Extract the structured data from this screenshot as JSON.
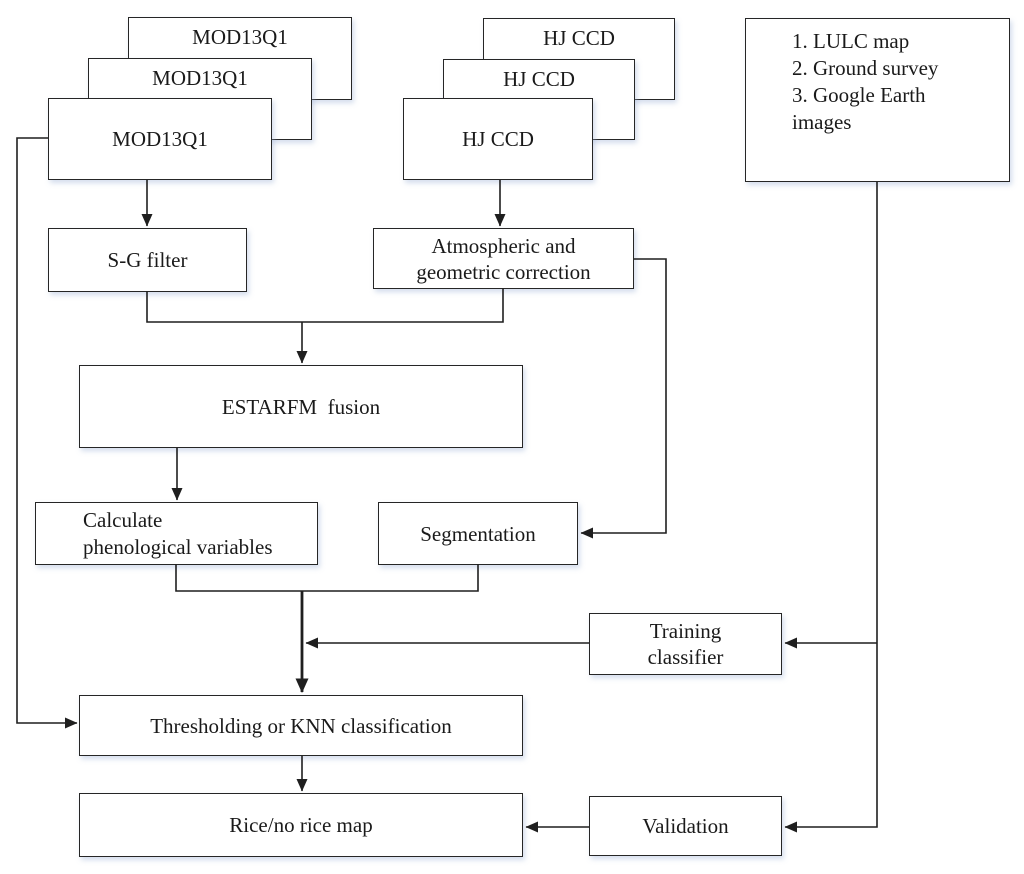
{
  "figure": {
    "type": "flowchart",
    "background_color": "#ffffff",
    "line_color": "#1f1f1f",
    "box_border_color": "#262626"
  },
  "nodes": {
    "mod13q1": {
      "label": "MOD13Q1",
      "stack_count": 3
    },
    "hj_ccd": {
      "label": "HJ CCD",
      "stack_count": 3
    },
    "reference_data": {
      "items": [
        "1. LULC map",
        "2. Ground survey",
        "3. Google Earth images"
      ]
    },
    "sg_filter": {
      "label": "S-G filter"
    },
    "atmospheric_correction": {
      "line1": "Atmospheric and",
      "line2": "geometric correction"
    },
    "estarfm_fusion": {
      "label": "ESTARFM  fusion"
    },
    "calculate_phenological_variables": {
      "line1": "Calculate",
      "line2": "phenological variables"
    },
    "segmentation": {
      "label": "Segmentation"
    },
    "training_classifier": {
      "line1": "Training",
      "line2": "classifier"
    },
    "thresholding_knn": {
      "label": "Thresholding or KNN classification"
    },
    "rice_map": {
      "label": "Rice/no rice map"
    },
    "validation": {
      "label": "Validation"
    }
  },
  "edges": [
    {
      "from": "mod13q1",
      "to": "sg_filter"
    },
    {
      "from": "hj_ccd",
      "to": "atmospheric_correction"
    },
    {
      "from": "sg_filter",
      "to": "estarfm_fusion"
    },
    {
      "from": "atmospheric_correction",
      "to": "estarfm_fusion"
    },
    {
      "from": "atmospheric_correction",
      "to": "segmentation"
    },
    {
      "from": "estarfm_fusion",
      "to": "calculate_phenological_variables"
    },
    {
      "from": "calculate_phenological_variables",
      "to": "thresholding_knn"
    },
    {
      "from": "segmentation",
      "to": "thresholding_knn"
    },
    {
      "from": "training_classifier",
      "to": "thresholding_knn"
    },
    {
      "from": "mod13q1",
      "to": "thresholding_knn"
    },
    {
      "from": "reference_data",
      "to": "training_classifier"
    },
    {
      "from": "reference_data",
      "to": "validation"
    },
    {
      "from": "thresholding_knn",
      "to": "rice_map"
    },
    {
      "from": "validation",
      "to": "rice_map"
    }
  ]
}
